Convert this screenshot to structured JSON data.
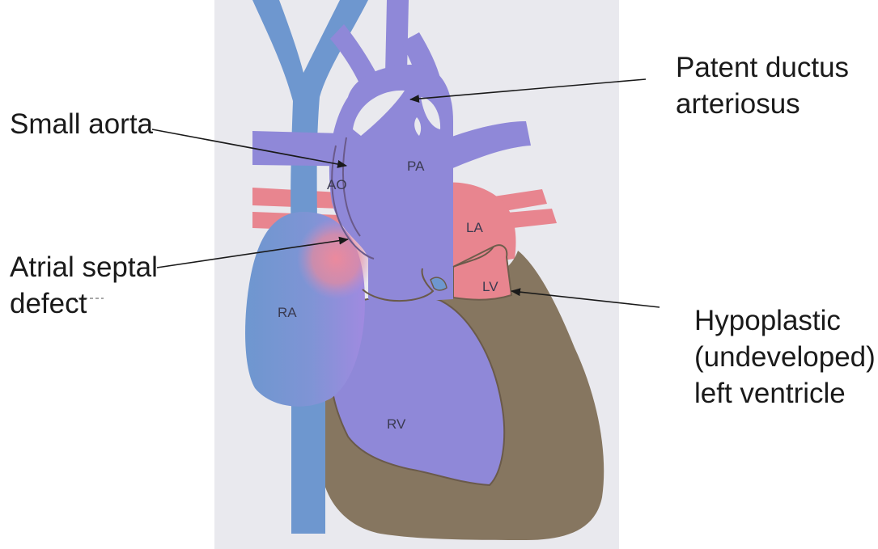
{
  "callouts": {
    "small_aorta": [
      "Small  aorta"
    ],
    "patent_ductus": [
      "Patent ductus",
      "arteriosus"
    ],
    "asd": [
      "Atrial septal",
      "defect"
    ],
    "hypoplastic_lv": [
      "Hypoplastic",
      "(undeveloped)",
      "left ventricle"
    ]
  },
  "chamber_labels": {
    "ao": "AO",
    "pa": "PA",
    "la": "LA",
    "lv": "LV",
    "ra": "RA",
    "rv": "RV"
  },
  "colors": {
    "panel_background": "#e9e9ee",
    "venous_blue": "#6e97cf",
    "pulmonary_purple": "#8f88d8",
    "oxygenated_pink": "#e8858f",
    "myocardium_brown": "#867660"
  }
}
